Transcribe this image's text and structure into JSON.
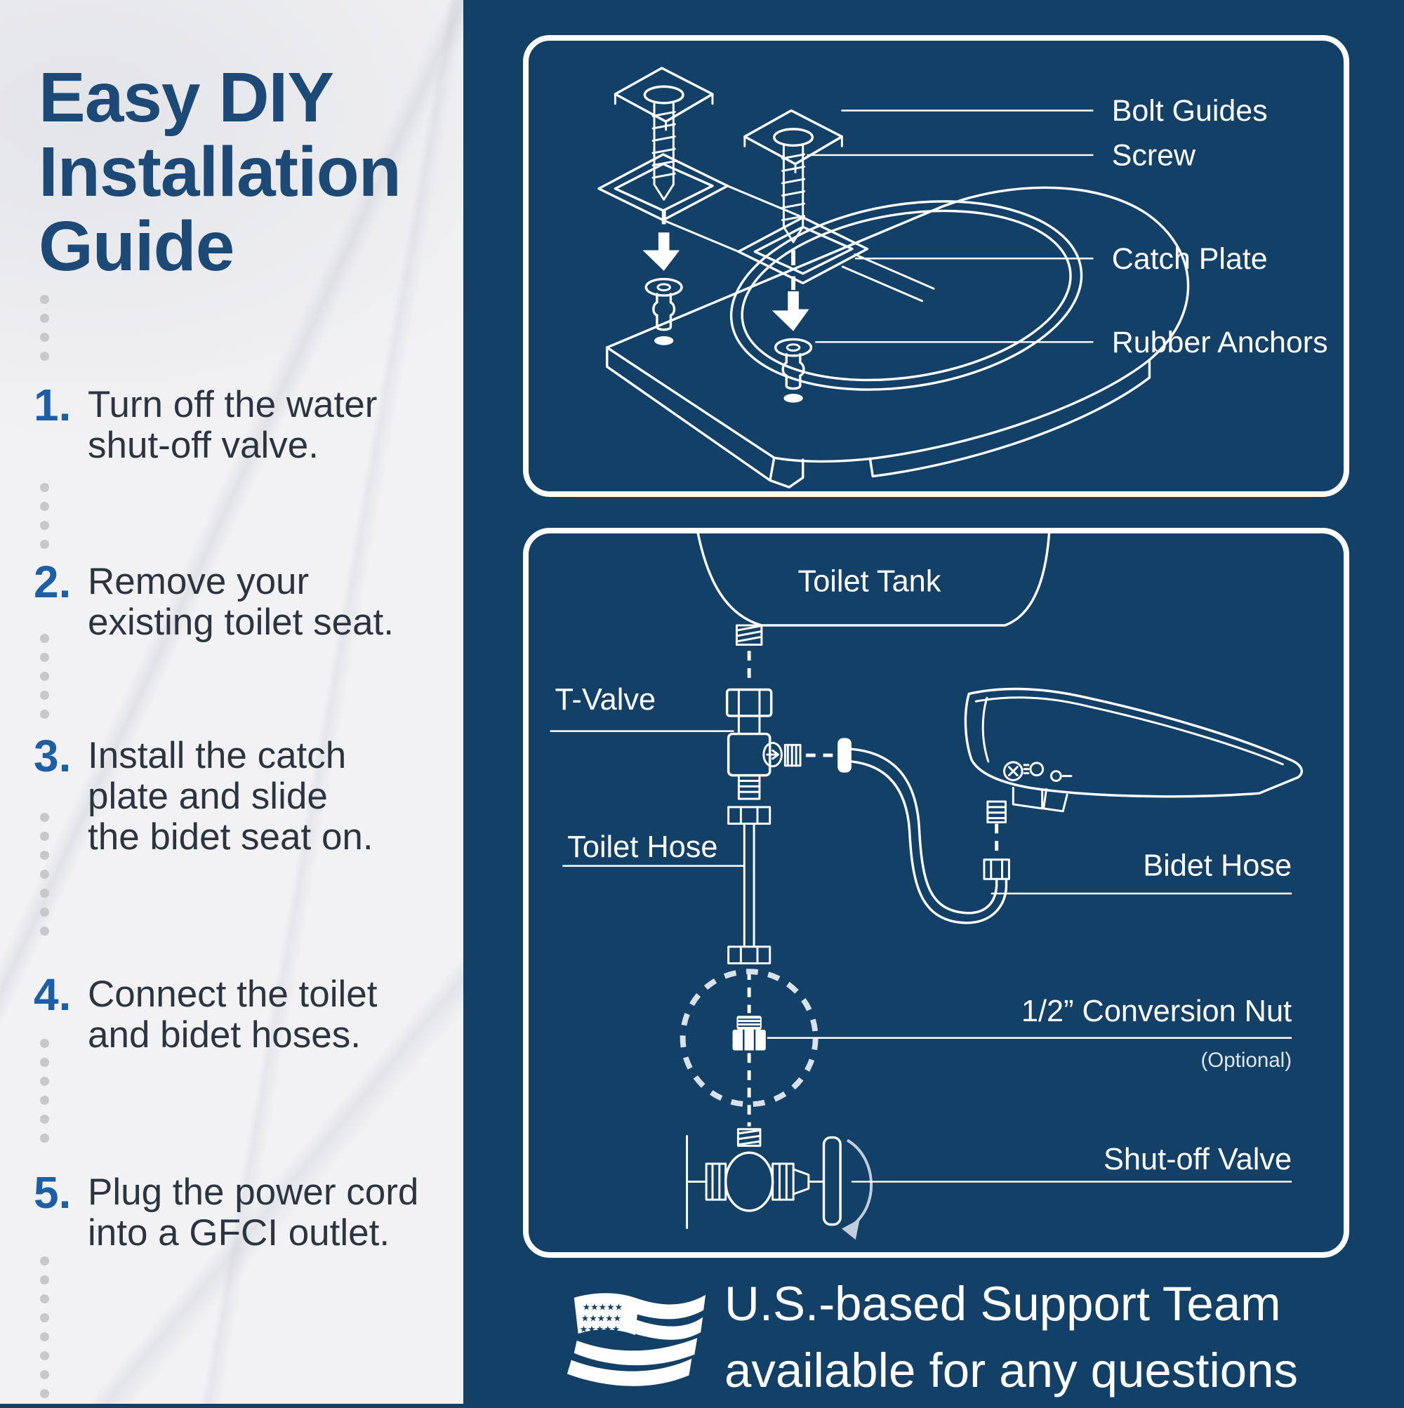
{
  "page": {
    "background_color": "#134067",
    "marble_color": "#f2f2f4",
    "panel_border_color": "#ffffff",
    "title_color": "#1c4975",
    "step_number_color": "#1d5fa5",
    "step_text_color": "#2b3540",
    "dot_color": "#c8c8ca"
  },
  "sidebar": {
    "title_lines": [
      "Easy DIY",
      "Installation",
      "Guide"
    ],
    "steps": [
      {
        "num": "1.",
        "lines": [
          "Turn off the water",
          "shut-off valve."
        ]
      },
      {
        "num": "2.",
        "lines": [
          "Remove your",
          "existing toilet seat."
        ]
      },
      {
        "num": "3.",
        "lines": [
          "Install the catch",
          "plate and slide",
          "the bidet seat on."
        ]
      },
      {
        "num": "4.",
        "lines": [
          "Connect the toilet",
          "and bidet hoses."
        ]
      },
      {
        "num": "5.",
        "lines": [
          "Plug the power cord",
          "into a GFCI outlet."
        ]
      }
    ]
  },
  "diagram_top": {
    "labels": {
      "bolt_guides": "Bolt Guides",
      "screw": "Screw",
      "catch_plate": "Catch Plate",
      "rubber_anchors": "Rubber Anchors"
    }
  },
  "diagram_bottom": {
    "labels": {
      "toilet_tank": "Toilet Tank",
      "t_valve": "T-Valve",
      "toilet_hose": "Toilet Hose",
      "bidet_hose": "Bidet Hose",
      "conversion_nut": "1/2” Conversion Nut",
      "optional": "(Optional)",
      "shut_off_valve": "Shut-off Valve"
    }
  },
  "footer": {
    "line1": "U.S.-based Support Team",
    "line2": "available for any questions",
    "flag_icon": "us-flag-icon"
  }
}
